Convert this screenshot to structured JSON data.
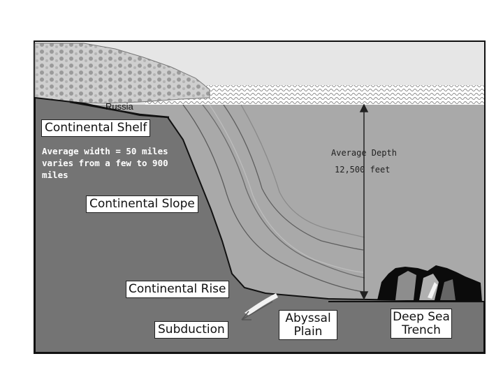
{
  "labels": {
    "russia": "Russia",
    "continental_shelf": "Continental Shelf",
    "shelf_width_line1": "Average width = 50 miles",
    "shelf_width_line2": "varies from a few to 900",
    "shelf_width_line3": "miles",
    "continental_slope": "Continental Slope",
    "continental_rise": "Continental Rise",
    "subduction": "Subduction",
    "abyssal_line1": "Abyssal",
    "abyssal_line2": "Plain",
    "trench_line1": "Deep Sea",
    "trench_line2": "Trench",
    "average_depth": "Average Depth",
    "depth_value": "12,500 feet"
  },
  "colors": {
    "sky": "#e6e6e6",
    "ocean": "#a8a8a8",
    "crust": "#747474",
    "land": "#c8c8c8",
    "outline": "#111111"
  }
}
